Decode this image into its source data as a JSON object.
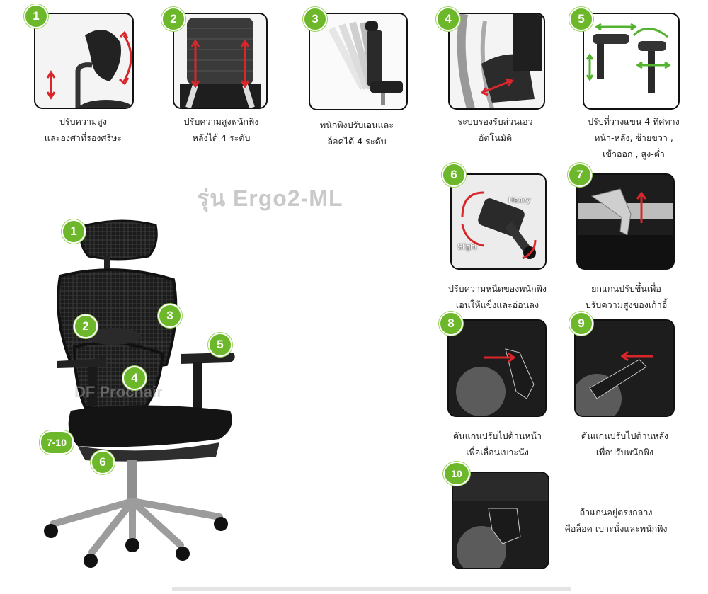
{
  "title": "รุ่น Ergo2-ML",
  "watermark": "DF Prochair",
  "features": [
    {
      "num": "1",
      "caption_lines": [
        "ปรับความสูง",
        "และองศาที่รองศรีษะ"
      ]
    },
    {
      "num": "2",
      "caption_lines": [
        "ปรับความสูงพนักพิง",
        "หลังได้ 4 ระดับ"
      ]
    },
    {
      "num": "3",
      "caption_lines": [
        "พนักพิงปรับเอนและ",
        "ล็อคได้ 4 ระดับ"
      ]
    },
    {
      "num": "4",
      "caption_lines": [
        "ระบบรองรับส่วนเอว",
        "อัตโนมัติ"
      ]
    },
    {
      "num": "5",
      "caption_lines": [
        "ปรับที่วางแขน 4 ทิศทาง",
        "หน้า-หลัง, ซ้ายขวา ,",
        "เข้าออก , สูง-ต่ำ"
      ]
    },
    {
      "num": "6",
      "caption_lines": [
        "ปรับความหนืดของพนักพิง",
        "เอนให้แข็งและอ่อนลง"
      ],
      "labels": {
        "heavy": "Heavy",
        "slight": "Slight"
      }
    },
    {
      "num": "7",
      "caption_lines": [
        "ยกแกนปรับขึ้นเพื่อ",
        "ปรับความสูงของเก้าอี้"
      ]
    },
    {
      "num": "8",
      "caption_lines": [
        "ดันแกนปรับไปด้านหน้า",
        "เพื่อเลื่อนเบาะนั่ง"
      ]
    },
    {
      "num": "9",
      "caption_lines": [
        "ดันแกนปรับไปด้านหลัง",
        "เพื่อปรับพนักพิง"
      ]
    },
    {
      "num": "10",
      "caption_lines": [
        "ถ้าแกนอยู่ตรงกลาง",
        "คือล็อค เบาะนั่งและพนักพิง"
      ]
    }
  ],
  "chair_badges": [
    "1",
    "2",
    "3",
    "4",
    "5",
    "7-10",
    "6"
  ],
  "colors": {
    "badge": "#6cb82a",
    "arrow": "#d9262b",
    "arrow_green": "#53b32e"
  }
}
